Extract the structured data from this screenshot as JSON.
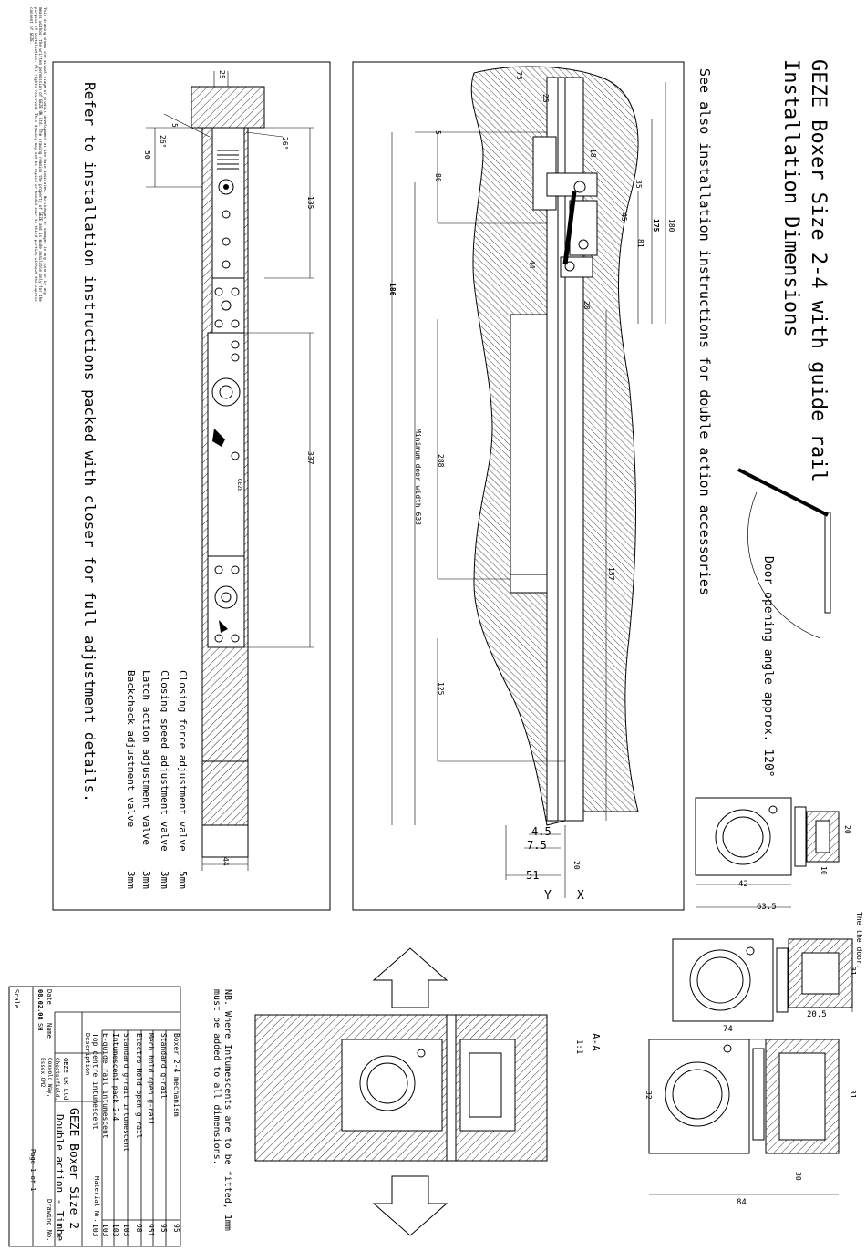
{
  "copyright_notice": "This drawing shows the actual stage of product development at the date indicated. No changes or damages in any form or by any means without the written permission of GEZE UK Ltd. The drawing remains the property of GEZE and is made available only for the purpose of installation. All rights reserved. This drawing may not be copied or handed over to third parties without the express consent of GEZE.",
  "title": {
    "line1": "GEZE Boxer Size 2-4 with guide rail",
    "line2": "Installation Dimensions",
    "note": "See also installation instructions for double action accessories"
  },
  "door_angle_label": "Door opening angle approx. 120°",
  "left_panel": {
    "refer_note": "Refer to installation instructions packed with closer for full adjustment details.",
    "dims": {
      "d25": "25",
      "d5": "5",
      "d50": "50",
      "a26l": "26°",
      "a26r": "26°",
      "d135": "135",
      "d337": "337",
      "d44": "44"
    },
    "valves": [
      {
        "label": "Closing force adjustment valve",
        "size": "5mm"
      },
      {
        "label": "Closing speed adjustment valve",
        "size": "3mm"
      },
      {
        "label": "Latch action adjustment valve",
        "size": "3mm"
      },
      {
        "label": "Backcheck adjustment valve",
        "size": "3mm"
      }
    ],
    "marking": "GEZE"
  },
  "middle_panel": {
    "dims": {
      "d75": "75",
      "d25": "25",
      "d5": "5",
      "d80": "80",
      "d186": "186",
      "d44": "44",
      "d288": "288",
      "d125": "125",
      "d180": "180",
      "d175": "175",
      "d81": "81",
      "d35": "35",
      "d28": "28",
      "d45": "45",
      "d18": "18",
      "d157": "157",
      "d4_5": "4.5",
      "d7_5": "7.5",
      "d51": "51",
      "d20": "20"
    },
    "min_door_width": "Minimum door width 633",
    "axis_x": "X",
    "axis_y": "Y"
  },
  "sections": {
    "top": {
      "d20": "20",
      "d10": "10",
      "d42": "42",
      "d63_5": "63.5"
    },
    "middle": {
      "d31": "31",
      "d20_5": "20.5",
      "d74": "74"
    },
    "bottom": {
      "d32": "32",
      "d31": "31",
      "d30": "30",
      "d84": "84"
    }
  },
  "section_aa": {
    "label": "A-A",
    "scale": "1:1"
  },
  "nb_note": "NB. Where Intumescents are to be fitted, 1mm must be added to all dimensions.",
  "parts_list": {
    "items": [
      {
        "desc": "Boxer 2-4 mechanism",
        "no": "95"
      },
      {
        "desc": "Standard g-rail",
        "no": "95"
      },
      {
        "desc": "Mech hold open g-rail",
        "no": "95l"
      },
      {
        "desc": "Electro-Hold open g-rail",
        "no": "98"
      },
      {
        "desc": "Standard g-rail intumescent",
        "no": "103"
      },
      {
        "desc": "Intumescent pack 2-4",
        "no": "103"
      },
      {
        "desc": "E-guide rail intumescent",
        "no": "103"
      },
      {
        "desc": "Top centre intumescent",
        "no": "103"
      }
    ],
    "description_label": "Description",
    "material_label": "Material Nr.",
    "title_line1": "GEZE Boxer Size 2",
    "title_line2": "Double action - Timbe",
    "company": "GEZE UK Ltd",
    "address": "Chesterfield, Coxwold Way, Essex CM2",
    "date_label": "Date",
    "date_value": "08.02.08",
    "name_label": "Name",
    "name_value": "SH",
    "drawing_no_label": "Drawing No.",
    "page_label": "Page 1 of 1",
    "scale_label": "Scale"
  },
  "top_right_text": "The the door."
}
